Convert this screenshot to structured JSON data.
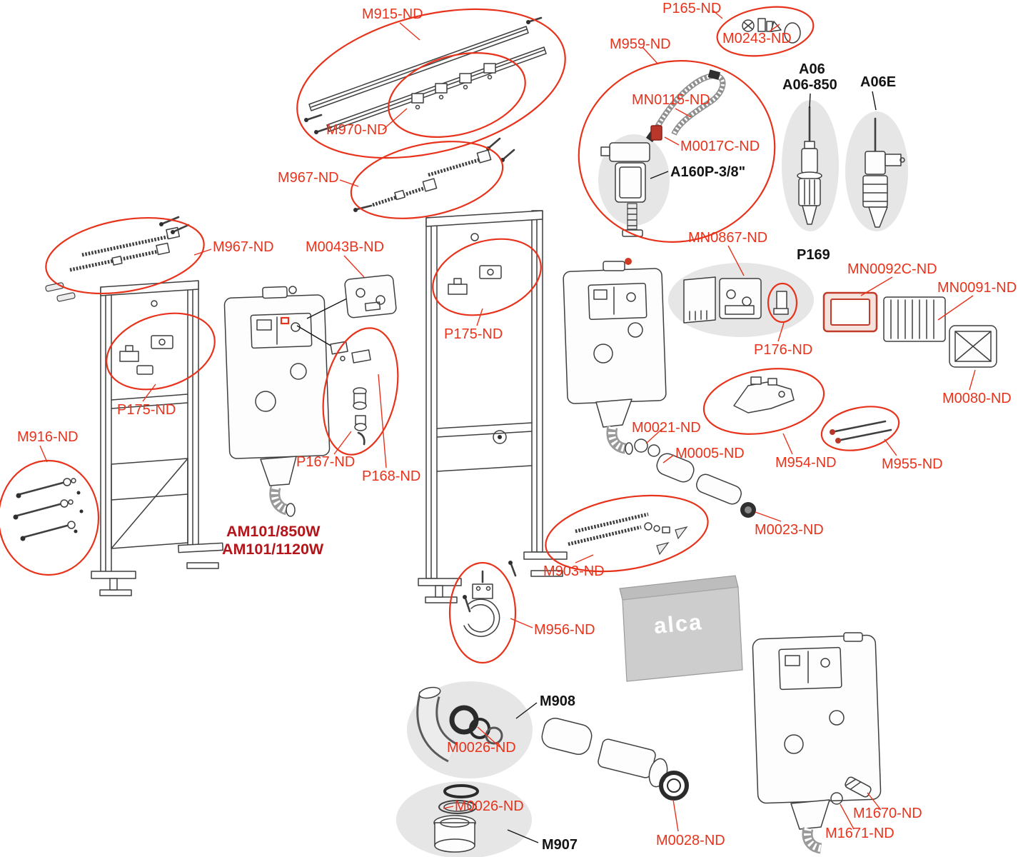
{
  "colors": {
    "label_red": "#e8331c",
    "model_red": "#b3151a",
    "text_black": "#141414",
    "part_line_gray": "#3f3f3f",
    "blob_gray": "#e6e6e6"
  },
  "brand": {
    "box_text": "alca"
  },
  "labels": [
    {
      "id": "m915-nd",
      "text": "M915-ND"
    },
    {
      "id": "m970-nd",
      "text": "M970-ND"
    },
    {
      "id": "m967-nd-top",
      "text": "M967-ND"
    },
    {
      "id": "m967-nd-left",
      "text": "M967-ND"
    },
    {
      "id": "m0043b-nd",
      "text": "M0043B-ND"
    },
    {
      "id": "p175-nd-middle",
      "text": "P175-ND"
    },
    {
      "id": "p175-nd-left",
      "text": "P175-ND"
    },
    {
      "id": "m916-nd",
      "text": "M916-ND"
    },
    {
      "id": "p167-nd",
      "text": "P167-ND"
    },
    {
      "id": "p168-nd",
      "text": "P168-ND"
    },
    {
      "id": "am101-850w",
      "text": "AM101/850W"
    },
    {
      "id": "am101-1120w",
      "text": "AM101/1120W"
    },
    {
      "id": "m903-nd",
      "text": "M903-ND"
    },
    {
      "id": "m956-nd",
      "text": "M956-ND"
    },
    {
      "id": "m908",
      "text": "M908"
    },
    {
      "id": "m0026-nd-top",
      "text": "M0026-ND"
    },
    {
      "id": "m0026-nd-bottom",
      "text": "M0026-ND"
    },
    {
      "id": "m907",
      "text": "M907"
    },
    {
      "id": "m0028-nd",
      "text": "M0028-ND"
    },
    {
      "id": "m1670-nd",
      "text": "M1670-ND"
    },
    {
      "id": "m1671-nd",
      "text": "M1671-ND"
    },
    {
      "id": "p165-nd",
      "text": "P165-ND"
    },
    {
      "id": "m0243-nd",
      "text": "M0243-ND"
    },
    {
      "id": "m959-nd",
      "text": "M959-ND"
    },
    {
      "id": "mn0115-nd",
      "text": "MN0115-ND"
    },
    {
      "id": "m0017c-nd",
      "text": "M0017C-ND"
    },
    {
      "id": "a160p",
      "text": "A160P-3/8\""
    },
    {
      "id": "a06",
      "text": "A06"
    },
    {
      "id": "a06-850",
      "text": "A06-850"
    },
    {
      "id": "a06e",
      "text": "A06E"
    },
    {
      "id": "mn0867-nd",
      "text": "MN0867-ND"
    },
    {
      "id": "p169",
      "text": "P169"
    },
    {
      "id": "mn0092c-nd",
      "text": "MN0092C-ND"
    },
    {
      "id": "mn0091-nd",
      "text": "MN0091-ND"
    },
    {
      "id": "p176-nd",
      "text": "P176-ND"
    },
    {
      "id": "m0080-nd",
      "text": "M0080-ND"
    },
    {
      "id": "m0021-nd",
      "text": "M0021-ND"
    },
    {
      "id": "m0005-nd",
      "text": "M0005-ND"
    },
    {
      "id": "m954-nd",
      "text": "M954-ND"
    },
    {
      "id": "m955-nd",
      "text": "M955-ND"
    },
    {
      "id": "m0023-nd",
      "text": "M0023-ND"
    }
  ]
}
